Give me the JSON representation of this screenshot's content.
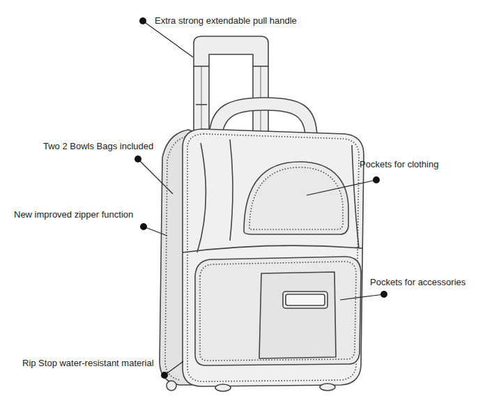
{
  "diagram": {
    "labels": [
      "Extra strong extendable pull handle",
      "Two 2 Bowls Bags included",
      "New improved zipper function",
      "Pockets for clothing",
      "Pockets for accessories",
      "Rip Stop water-resistant material"
    ]
  }
}
